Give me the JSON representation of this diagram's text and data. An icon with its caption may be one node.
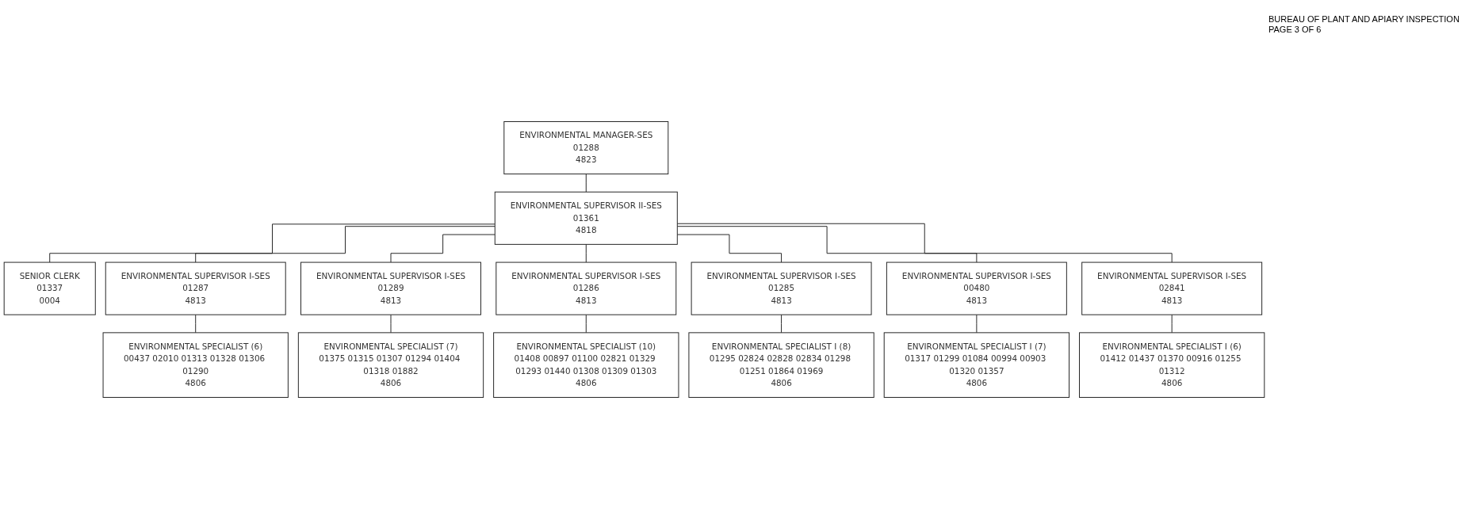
{
  "diagram": {
    "nodes": [
      {
        "text": [
          "ENVIRONMENTAL MANAGER-SES",
          "01288",
          "4823"
        ]
      },
      {
        "text": [
          "ENVIRONMENTAL SUPERVISOR II-SES",
          "01361",
          "4818"
        ]
      },
      {
        "text": [
          "SENIOR CLERK",
          "01337",
          "0004"
        ]
      },
      {
        "text": [
          "ENVIRONMENTAL SUPERVISOR I-SES",
          "01287",
          "4813"
        ]
      },
      {
        "text": [
          "ENVIRONMENTAL SUPERVISOR I-SES",
          "01289",
          "4813"
        ]
      },
      {
        "text": [
          "ENVIRONMENTAL SUPERVISOR I-SES",
          "01286",
          "4813"
        ]
      },
      {
        "text": [
          "ENVIRONMENTAL SUPERVISOR I-SES",
          "01285",
          "4813"
        ]
      },
      {
        "text": [
          "ENVIRONMENTAL SUPERVISOR I-SES",
          "00480",
          "4813"
        ]
      },
      {
        "text": [
          "ENVIRONMENTAL SUPERVISOR I-SES",
          "02841",
          "4813"
        ]
      },
      {
        "text": [
          "ENVIRONMENTAL SPECIALIST (6)",
          "00437 02010 01313 01328 01306 01290",
          "4806"
        ]
      },
      {
        "text": [
          "ENVIRONMENTAL SPECIALIST (7)",
          "01375 01315 01307 01294 01404 01318 01882",
          "4806"
        ]
      },
      {
        "text": [
          "ENVIRONMENTAL SPECIALIST (10)",
          "01408 00897 01100 02821 01329 01293 01440 01308 01309 01303",
          "4806"
        ]
      },
      {
        "text": [
          "ENVIRONMENTAL SPECIALIST I (8)",
          "01295 02824 02828 02834 01298 01251 01864 01969",
          "4806"
        ]
      },
      {
        "text": [
          "ENVIRONMENTAL SPECIALIST I (7)",
          "01317 01299 01084 00994 00903 01320 01357",
          "4806"
        ]
      },
      {
        "text": [
          "ENVIRONMENTAL SPECIALIST I (6)",
          "01412 01437 01370 00916 01255 01312",
          "4806"
        ]
      }
    ],
    "edges": [
      {
        "from": 0,
        "to": 1,
        "arrow": "none"
      },
      {
        "from": 1,
        "to": 2,
        "arrow": "none"
      },
      {
        "from": 1,
        "to": 3,
        "arrow": "none"
      },
      {
        "from": 1,
        "to": 4,
        "arrow": "none"
      },
      {
        "from": 1,
        "to": 5,
        "arrow": "none"
      },
      {
        "from": 1,
        "to": 6,
        "arrow": "none"
      },
      {
        "from": 1,
        "to": 7,
        "arrow": "none"
      },
      {
        "from": 1,
        "to": 8,
        "arrow": "none"
      },
      {
        "from": 3,
        "to": 9,
        "arrow": "none"
      },
      {
        "from": 4,
        "to": 10,
        "arrow": "none"
      },
      {
        "from": 5,
        "to": 11,
        "arrow": "none"
      },
      {
        "from": 6,
        "to": 12,
        "arrow": "none"
      },
      {
        "from": 7,
        "to": 13,
        "arrow": "none"
      },
      {
        "from": 8,
        "to": 14,
        "arrow": "none"
      }
    ],
    "labels": [
      "BUREAU OF PLANT AND APIARY INSPECTION",
      "PAGE 3 OF 6"
    ]
  }
}
